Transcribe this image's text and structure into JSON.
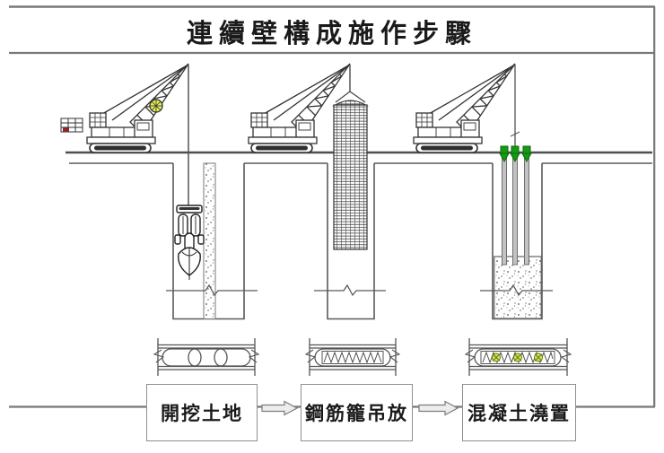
{
  "title": "連續壁構成施作步驟",
  "flow": {
    "steps": [
      {
        "label": "開挖土地"
      },
      {
        "label": "鋼筋籠吊放"
      },
      {
        "label": "混凝土澆置"
      }
    ],
    "arrow_icon": "hollow-right-arrow"
  },
  "scene_icons": [
    "crawler-crane-icon",
    "clamshell-grab-icon",
    "guide-wall-plan-icon",
    "rebar-cage-icon",
    "tremie-pipe-funnel-icon",
    "concrete-fill-icon"
  ],
  "colors": {
    "line_dark": "#3f3f3f",
    "line_gray": "#787878",
    "funnel_green": "#149a14",
    "funnel_green_dark": "#0c6b0c",
    "pulley_yellow": "#e3ed55",
    "star_yellow": "#d6e04a",
    "star_ring": "#5a7a1a",
    "accent_red": "#8e2727"
  }
}
